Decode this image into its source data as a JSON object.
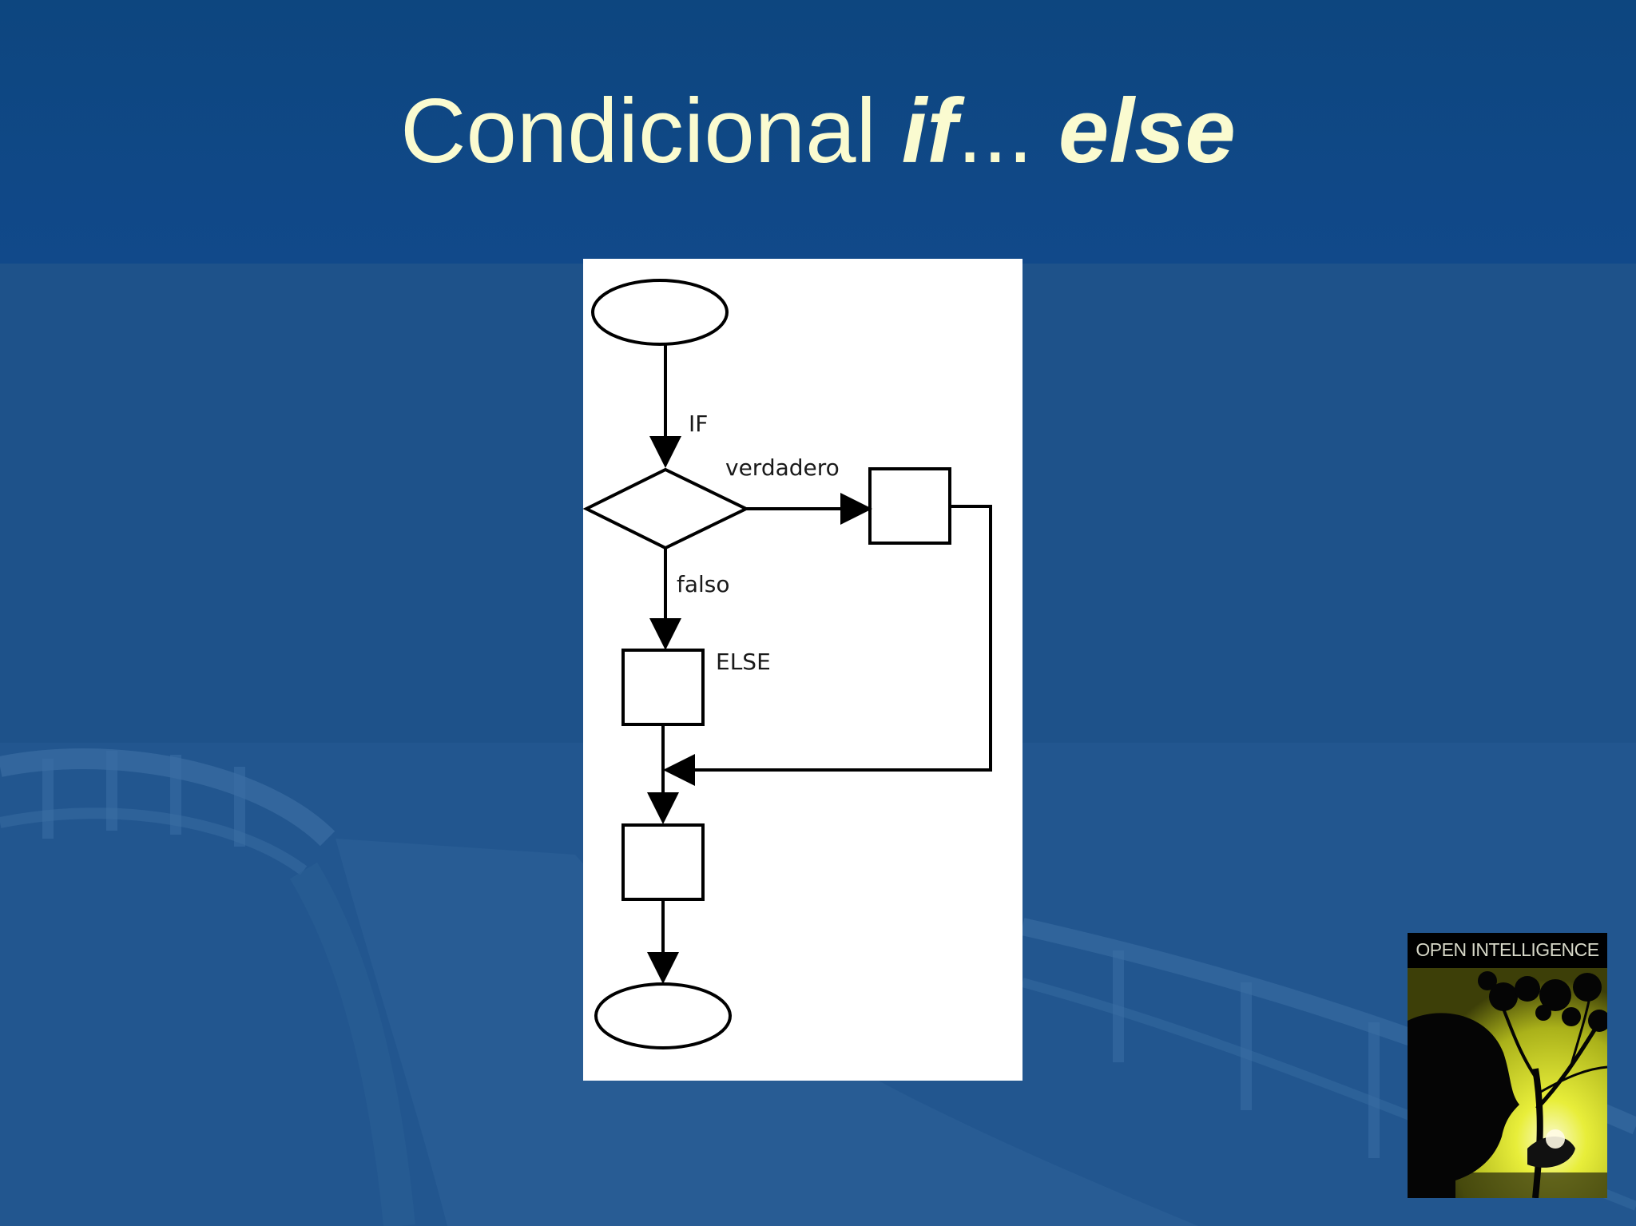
{
  "slide": {
    "title_prefix": "Condicional ",
    "title_if": "if",
    "title_dots": "...",
    "title_else": "else"
  },
  "flowchart": {
    "label_if": "IF",
    "label_true": "verdadero",
    "label_false": "falso",
    "label_else": "ELSE"
  },
  "logo": {
    "text": "OPEN INTELLIGENCE"
  },
  "colors": {
    "header": "#0d467f",
    "background": "#1e528a",
    "title": "#fafbd0",
    "logo_glow": "#e8ee3a"
  }
}
